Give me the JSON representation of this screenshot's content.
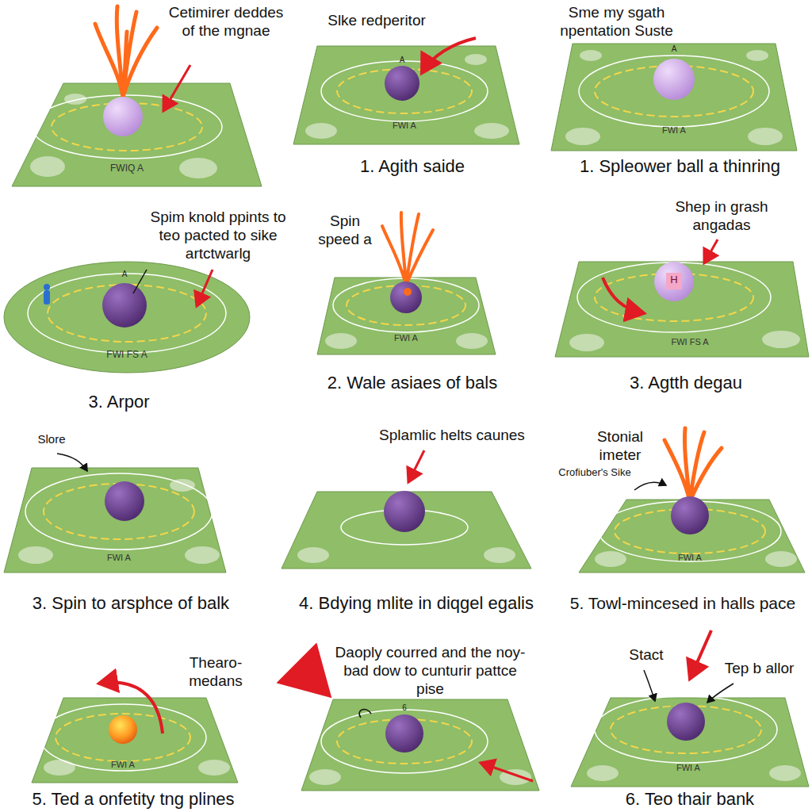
{
  "diagram": {
    "labels": [
      "Cetimirer deddes of the mgnae",
      "FWIQ A",
      "Slke redperitor",
      "A",
      "FWI A",
      "1. Agith saide",
      "Sme my sgath npentation Suste",
      "A",
      "FWI A",
      "1. Spleower ball a thinring",
      "Spim knold ppints to teo pacted to sike artctwarlg",
      "A",
      "FWI FS A",
      "3. Arpor",
      "Spin speed a",
      "FWI A",
      "2. Wale asiaes of bals",
      "Shep in grash angadas",
      "H",
      "FWI FS A",
      "3. Agtth degau",
      "Slore",
      "FWI A",
      "3. Spin to arsphce of balk",
      "Splamlic helts caunes",
      "4. Bdying mlite in diqgel egalis",
      "Stonial imeter",
      "Crofiuber's Sike",
      "FWI A",
      "5. Towl-mincesed in halls pace",
      "Thearo- medans",
      "FWI A",
      "5. Ted a onfetity tng plines",
      "Daoply courred and the noy-bad dow to cunturir pattce pise",
      "6",
      "Stact",
      "Tep b allor",
      "FWI A",
      "6. Teo thair bank"
    ]
  }
}
